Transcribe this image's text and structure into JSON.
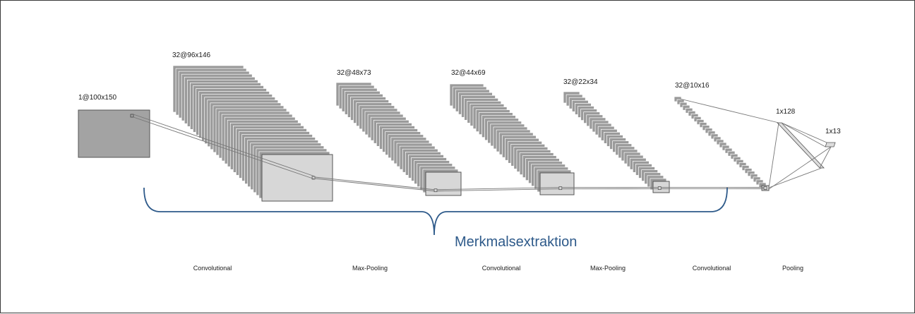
{
  "diagram": {
    "layers": [
      {
        "shape_label": "1@100x150"
      },
      {
        "shape_label": "32@96x146"
      },
      {
        "shape_label": "32@48x73"
      },
      {
        "shape_label": "32@44x69"
      },
      {
        "shape_label": "32@22x34"
      },
      {
        "shape_label": "32@10x16"
      },
      {
        "shape_label": "1x128"
      },
      {
        "shape_label": "1x13"
      }
    ],
    "operations": [
      "Convolutional",
      "Max-Pooling",
      "Convolutional",
      "Max-Pooling",
      "Convolutional",
      "Pooling"
    ],
    "brace_label": "Merkmalsextraktion",
    "colors": {
      "stack_face": "#9a9a9a",
      "front_face": "#d7d7d7",
      "input_face": "#a3a3a3",
      "line": "#777777",
      "brace": "#2e5a8a",
      "border": "#3a3a3a"
    }
  }
}
